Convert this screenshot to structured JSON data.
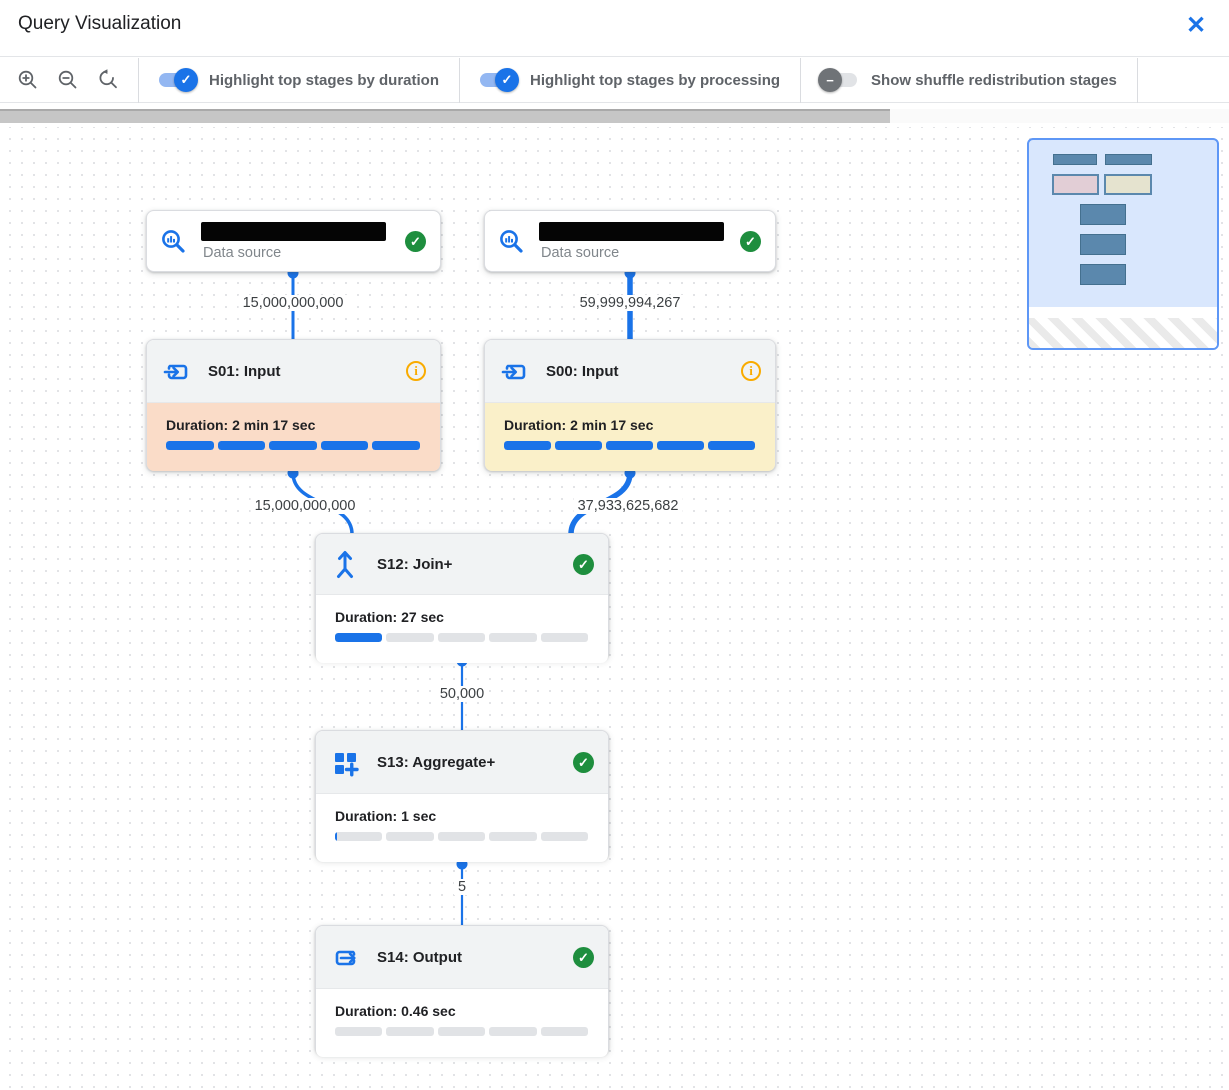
{
  "header": {
    "title": "Query Visualization"
  },
  "icons": {
    "close": "✕",
    "check": "✓",
    "info": "i",
    "toggle_on_glyph": "✓",
    "toggle_off_glyph": "−"
  },
  "toolbar": {
    "toggles": [
      {
        "label": "Highlight top stages by duration",
        "state": "on",
        "glyph": "✓"
      },
      {
        "label": "Highlight top stages by processing",
        "state": "on",
        "glyph": "✓"
      },
      {
        "label": "Show shuffle redistribution stages",
        "state": "off",
        "glyph": "−"
      }
    ]
  },
  "colors": {
    "accent_blue": "#1a73e8",
    "success_green": "#1e8e3e",
    "info_orange": "#f9ab00",
    "duration_highlight": "#fadcc8",
    "processing_highlight": "#faf0c9"
  },
  "graph": {
    "nodes": [
      {
        "id": "ds-left",
        "type": "data_source",
        "label": "Data source",
        "status": "completed",
        "name_redacted": true
      },
      {
        "id": "ds-right",
        "type": "data_source",
        "label": "Data source",
        "status": "completed",
        "name_redacted": true
      },
      {
        "id": "s01",
        "type": "input",
        "title": "S01: Input",
        "duration_label": "Duration: 2 min 17 sec",
        "progress_percent": 100,
        "status": "info",
        "highlight": "#fadcc8"
      },
      {
        "id": "s00",
        "type": "input",
        "title": "S00: Input",
        "duration_label": "Duration: 2 min 17 sec",
        "progress_percent": 100,
        "status": "info",
        "highlight": "#faf0c9"
      },
      {
        "id": "s12",
        "type": "join",
        "title": "S12: Join+",
        "duration_label": "Duration: 27 sec",
        "progress_percent": 20,
        "status": "completed",
        "highlight": "#ffffff"
      },
      {
        "id": "s13",
        "type": "aggregate",
        "title": "S13: Aggregate+",
        "duration_label": "Duration: 1 sec",
        "progress_percent": 1,
        "status": "completed",
        "highlight": "#ffffff"
      },
      {
        "id": "s14",
        "type": "output",
        "title": "S14: Output",
        "duration_label": "Duration: 0.46 sec",
        "progress_percent": 0,
        "status": "completed",
        "highlight": "#ffffff"
      }
    ],
    "edges": [
      {
        "from": "ds-left",
        "to": "s01",
        "label": "15,000,000,000"
      },
      {
        "from": "ds-right",
        "to": "s00",
        "label": "59,999,994,267"
      },
      {
        "from": "s01",
        "to": "s12",
        "label": "15,000,000,000"
      },
      {
        "from": "s00",
        "to": "s12",
        "label": "37,933,625,682"
      },
      {
        "from": "s12",
        "to": "s13",
        "label": "50,000"
      },
      {
        "from": "s13",
        "to": "s14",
        "label": "5"
      }
    ]
  }
}
